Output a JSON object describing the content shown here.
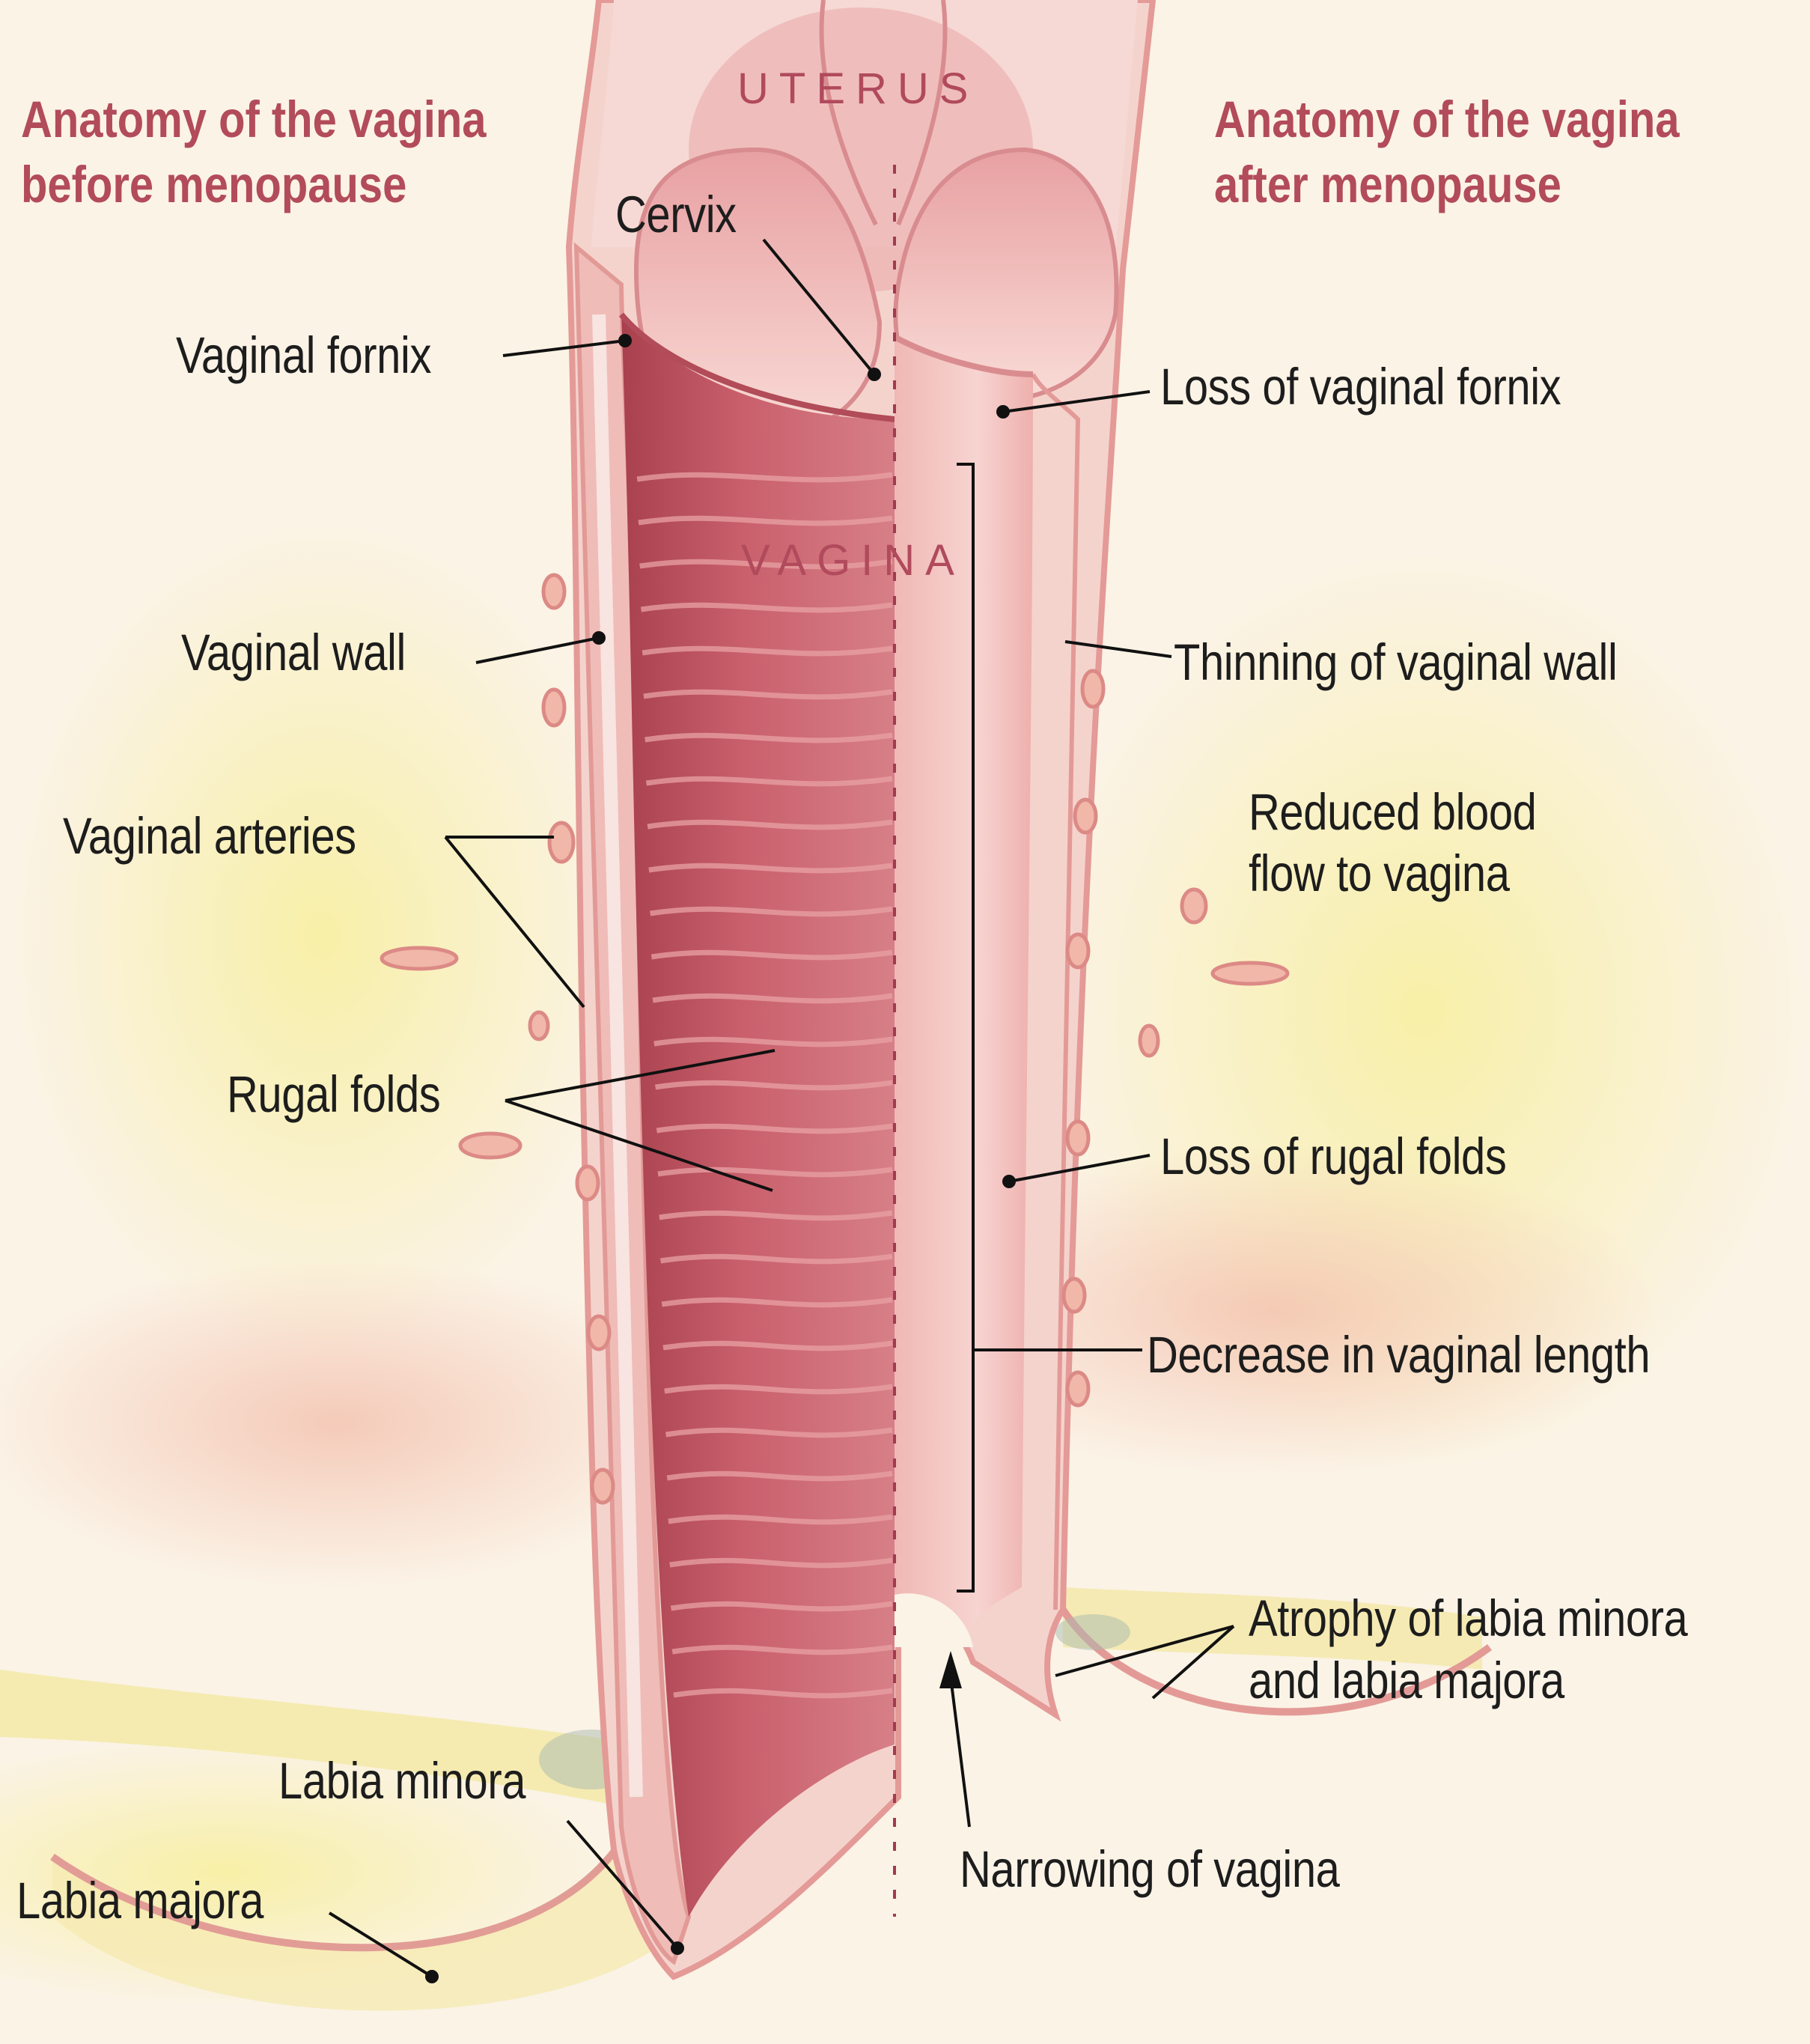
{
  "headings": {
    "before": [
      "Anatomy of the vagina",
      "before menopause"
    ],
    "after": [
      "Anatomy of the vagina",
      "after menopause"
    ]
  },
  "regions": {
    "uterus": "UTERUS",
    "vagina": "VAGINA"
  },
  "labels_left": {
    "cervix": "Cervix",
    "vaginal_fornix": "Vaginal fornix",
    "vaginal_wall": "Vaginal wall",
    "vaginal_arteries": "Vaginal arteries",
    "rugal_folds": "Rugal folds",
    "labia_minora": "Labia minora",
    "labia_majora": "Labia majora"
  },
  "labels_right": {
    "loss_fornix": "Loss of vaginal fornix",
    "thinning_wall": "Thinning of vaginal wall",
    "reduced_blood": [
      "Reduced blood",
      "flow to vagina"
    ],
    "loss_rugal": "Loss of rugal folds",
    "decrease_length": "Decrease in vaginal length",
    "atrophy_labia": [
      "Atrophy of labia minora",
      "and labia majora"
    ],
    "narrowing": "Narrowing of vagina"
  },
  "colors": {
    "background": "#fbf3e6",
    "tissue_light": "#f6d6d0",
    "tissue_mid": "#eba9a5",
    "rugal_dark": "#b9525e",
    "heading": "#b24b5a",
    "leader": "#111111"
  }
}
